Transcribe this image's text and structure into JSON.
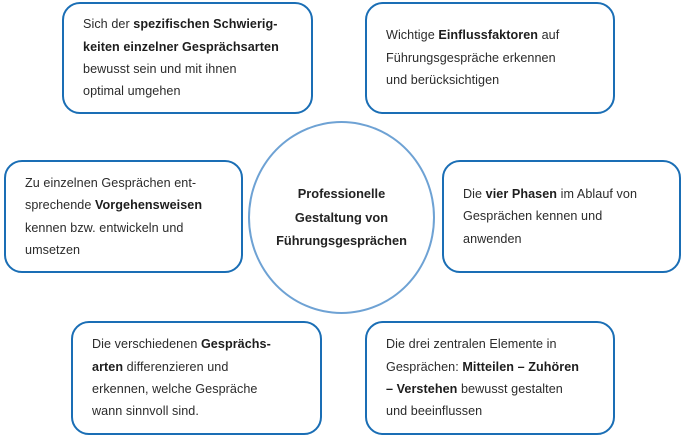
{
  "diagram": {
    "title_center": {
      "lines": [
        "Professionelle",
        "Gestaltung von",
        "Führungsgesprächen"
      ],
      "full_text": "Professionelle Gestaltung von Führungsgesprächen"
    },
    "colors": {
      "node_border": "#1a6eb5",
      "center_border": "#6ea2d4",
      "text": "#2b2b2b",
      "background": "#ffffff"
    },
    "nodes": {
      "top_left": {
        "html": "Sich der <b>spezifischen Schwierig-<br>keiten einzelner Gesprächsarten</b><br>bewusst sein und mit ihnen<br>optimal umgehen",
        "plain": "Sich der spezifischen Schwierigkeiten einzelner Gesprächsarten bewusst sein und mit ihnen optimal umgehen"
      },
      "top_right": {
        "html": "Wichtige <b>Einflussfaktoren</b> auf<br>Führungsgespräche erkennen<br>und berücksichtigen",
        "plain": "Wichtige Einflussfaktoren auf Führungsgespräche erkennen und berücksichtigen"
      },
      "mid_left": {
        "html": "Zu einzelnen Gesprächen ent-<br>sprechende <b>Vorgehensweisen</b><br>kennen bzw. entwickeln und<br>umsetzen",
        "plain": "Zu einzelnen Gesprächen entsprechende Vorgehensweisen kennen bzw. entwickeln und umsetzen"
      },
      "mid_right": {
        "html": "Die <b>vier Phasen</b> im Ablauf von<br>Gesprächen kennen und<br>anwenden",
        "plain": "Die vier Phasen im Ablauf von Gesprächen kennen und anwenden"
      },
      "bottom_left": {
        "html": "Die verschiedenen <b>Gesprächs-<br>arten</b> differenzieren und<br>erkennen, welche Gespräche<br>wann sinnvoll sind.",
        "plain": "Die verschiedenen Gesprächsarten differenzieren und erkennen, welche Gespräche wann sinnvoll sind."
      },
      "bottom_right": {
        "html": "Die drei zentralen Elemente in<br>Gesprächen: <b>Mitteilen – Zuhören<br>– Verstehen</b> bewusst gestalten<br>und beeinflussen",
        "plain": "Die drei zentralen Elemente in Gesprächen: Mitteilen – Zuhören – Verstehen bewusst gestalten und beeinflussen"
      }
    }
  }
}
